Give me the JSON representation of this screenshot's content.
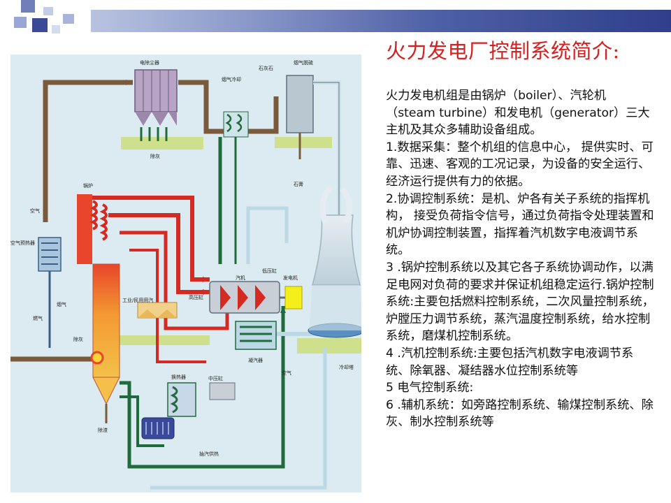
{
  "slide": {
    "title": "火力发电厂控制系统简介:",
    "paragraphs": [
      "火力发电机组是由锅炉（boiler）、汽轮机（steam turbine）和发电机（generator）三大主机及其众多辅助设备组成。",
      "1.数据采集：整个机组的信息中心， 提供实时、可靠、迅速、客观的工况记录，为设备的安全运行、经济运行提供有力的依据。",
      "2.协调控制系统：是机、炉各有关子系统的指挥机构， 接受负荷指令信号，通过负荷指令处理装置和机炉协调控制装置，指挥着汽机数字电液调节系统。",
      " 3 .锅炉控制系统以及其它各子系统协调动作，以满足电网对负荷的要求并保证机组稳定运行.锅炉控制系统:主要包括燃料控制系统，二次风量控制系统， 炉膛压力调节系统，蒸汽温度控制系统，给水控制系统，磨煤机控制系统。",
      " 4 .汽机控制系统:主要包括汽机数字电液调节系统、除氧器、凝结器水位控制系统等",
      " 5 电气控制系统:",
      " 6 .辅机系统：如旁路控制系统、输煤控制系统、除灰、制水控制系统等"
    ]
  },
  "diagram": {
    "labels": {
      "precipitator": "电除尘器",
      "flue_cooling": "烟气冷却",
      "limestone": "石灰石",
      "desulfurization": "烟气脱硫",
      "ash_removal_top": "除灰",
      "gypsum": "石膏",
      "boiler": "锅炉",
      "air": "空气",
      "air_preheater": "空气预热器",
      "flue_gas": "烟气",
      "coal": "燃气",
      "ash_removal_mid": "除灰",
      "slag_removal": "除渣",
      "industrial_steam": "工业/民用用汽",
      "turbine": "汽机",
      "low_pressure_cyl": "低压缸",
      "high_pressure_cyl": "高压缸",
      "generator": "发电机",
      "condenser": "凝汽器",
      "intermediate_cyl": "中压缸",
      "heater": "换热器",
      "extraction": "抽汽供热",
      "cooling_air": "空气",
      "cooling_tower": "冷却塔"
    }
  },
  "colors": {
    "title": "#d62020",
    "band_dark": "#2f3f8c",
    "steam_red": "#d42a22",
    "water_green": "#1f6b3c",
    "flue_brown": "#7a5a3a",
    "cool_water": "#bcd8e4",
    "ground": "#cfe08c"
  }
}
